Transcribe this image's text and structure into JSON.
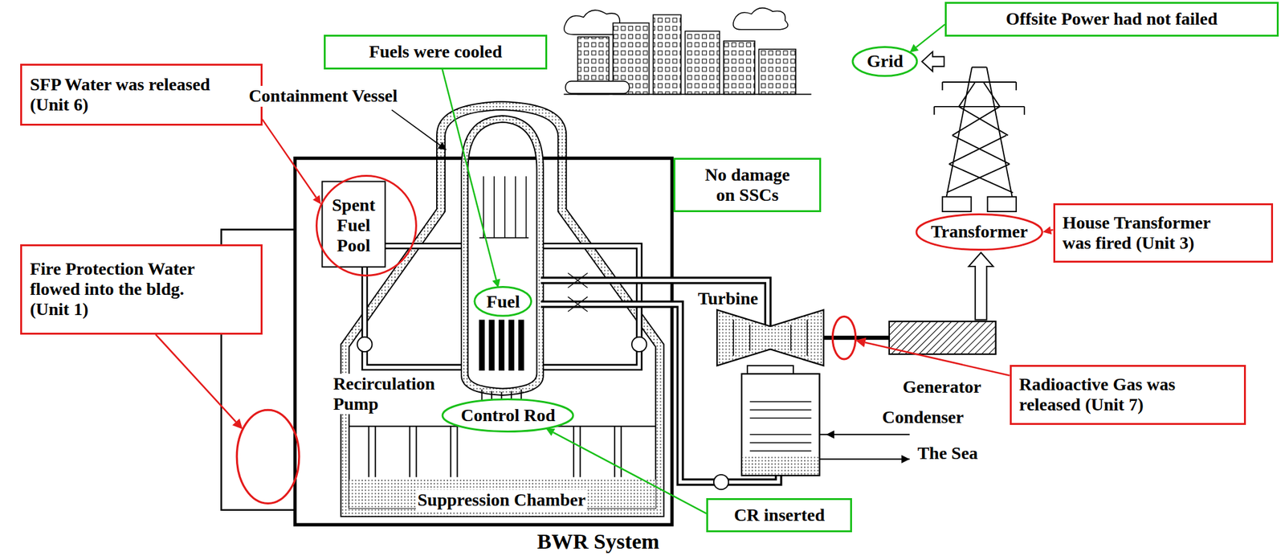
{
  "diagram": {
    "caption": "BWR System",
    "nodes": [
      {
        "text": [
          "Fuels were cooled"
        ]
      },
      {
        "text": [
          "Offsite Power had not failed"
        ]
      },
      {
        "text": [
          "Grid"
        ]
      },
      {
        "text": [
          "SFP Water was released (Unit 6)"
        ]
      },
      {
        "text": [
          "No damage on SSCs"
        ]
      },
      {
        "text": [
          "Spent Fuel Pool"
        ]
      },
      {
        "text": [
          "Fuel"
        ]
      },
      {
        "text": [
          "Transformer"
        ]
      },
      {
        "text": [
          "House Transformer was fired (Unit 3)"
        ]
      },
      {
        "text": [
          "Fire Protection Water flowed into the bldg. (Unit 1)"
        ]
      },
      {
        "text": [
          "Control Rod"
        ]
      },
      {
        "text": [
          "Radioactive Gas was released (Unit 7)"
        ]
      },
      {
        "text": [
          "CR inserted"
        ]
      }
    ],
    "edges": [
      {
        "from": 0,
        "to": 6,
        "arrow": "to"
      },
      {
        "from": 1,
        "to": 2,
        "arrow": "to"
      },
      {
        "from": 3,
        "to": 5,
        "arrow": "to"
      },
      {
        "from": 8,
        "to": 7,
        "arrow": "to"
      },
      {
        "from": 12,
        "to": 10,
        "arrow": "to"
      }
    ],
    "labels": [
      "Containment Vessel",
      "Turbine",
      "Recirculation Pump",
      "Generator",
      "Condenser",
      "The Sea",
      "Suppression Chamber"
    ]
  }
}
